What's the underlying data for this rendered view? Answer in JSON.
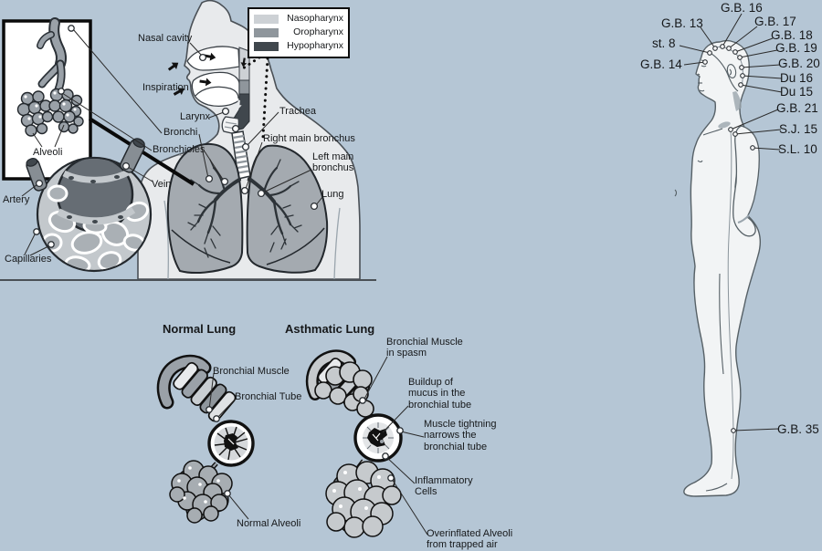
{
  "legend": {
    "items": [
      {
        "name": "Nasopharynx",
        "color": "#cdd1d5"
      },
      {
        "name": "Oropharynx",
        "color": "#8f969c"
      },
      {
        "name": "Hypopharynx",
        "color": "#40474d"
      }
    ]
  },
  "respiratory_diagram": {
    "labels": {
      "nasal_cavity": "Nasal cavity",
      "inspiration": "Inspiration",
      "larynx": "Larynx",
      "bronchi": "Bronchi",
      "bronchioles": "Bronchioles",
      "alveoli": "Alveoli",
      "artery": "Artery",
      "capillaries": "Capillaries",
      "vein": "Vein",
      "trachea": "Trachea",
      "right_main_bronchus": "Right main bronchus",
      "left_main_bronchus": "Left main\nbronchus",
      "lung": "Lung"
    }
  },
  "lung_comparison": {
    "normal": {
      "title": "Normal Lung",
      "labels": {
        "bronchial_muscle": "Bronchial Muscle",
        "bronchial_tube": "Bronchial Tube",
        "normal_alveoli": "Normal Alveoli"
      }
    },
    "asthmatic": {
      "title": "Asthmatic Lung",
      "labels": {
        "muscle_spasm": "Bronchial Muscle\nin spasm",
        "mucus_buildup": "Buildup of\nmucus in the\nbronchial tube",
        "muscle_tightening": "Muscle tightning\nnarrows the\nbronchial tube",
        "inflammatory_cells": "Inflammatory\nCells",
        "overinflated_alveoli": "Overinflated Alveoli\nfrom trapped air"
      }
    }
  },
  "acupoints": {
    "points": [
      {
        "id": "gb16",
        "label": "G.B. 16"
      },
      {
        "id": "gb13",
        "label": "G.B. 13"
      },
      {
        "id": "gb17",
        "label": "G.B. 17"
      },
      {
        "id": "st8",
        "label": "st. 8"
      },
      {
        "id": "gb18",
        "label": "G.B. 18"
      },
      {
        "id": "gb19",
        "label": "G.B. 19"
      },
      {
        "id": "gb14",
        "label": "G.B. 14"
      },
      {
        "id": "gb20",
        "label": "G.B. 20"
      },
      {
        "id": "du16",
        "label": "Du 16"
      },
      {
        "id": "du15",
        "label": "Du 15"
      },
      {
        "id": "gb21",
        "label": "G.B. 21"
      },
      {
        "id": "sj15",
        "label": "S.J. 15"
      },
      {
        "id": "sl10",
        "label": "S.L. 10"
      },
      {
        "id": "gb35",
        "label": "G.B. 35"
      }
    ]
  }
}
